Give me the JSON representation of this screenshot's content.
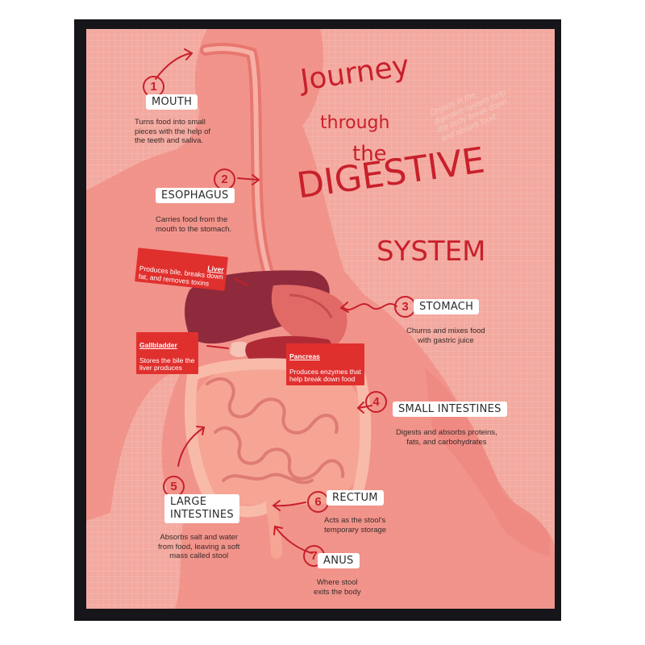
{
  "title": {
    "line1": "Journey",
    "line2": "through",
    "line3": "the",
    "line4": "DIGESTIVE",
    "line5": "SYSTEM"
  },
  "subtitle_note": "Organs in the\ndigestive system help\nthe body break down\nand absorb food.",
  "steps": [
    {
      "number": "1",
      "label": "MOUTH",
      "description": "Turns food into small\npieces with the help of\nthe teeth and saliva."
    },
    {
      "number": "2",
      "label": "ESOPHAGUS",
      "description": "Carries food from the\nmouth to the stomach."
    },
    {
      "number": "3",
      "label": "STOMACH",
      "description": "Churns and mixes food\nwith gastric juice"
    },
    {
      "number": "4",
      "label": "SMALL INTESTINES",
      "description": "Digests and absorbs proteins,\nfats, and carbohydrates"
    },
    {
      "number": "5",
      "label": "LARGE\nINTESTINES",
      "description": "Absorbs salt and water\nfrom food, leaving a soft\nmass called stool"
    },
    {
      "number": "6",
      "label": "RECTUM",
      "description": "Acts as the stool's\ntemporary storage"
    },
    {
      "number": "7",
      "label": "ANUS",
      "description": "Where stool\nexits the body"
    }
  ],
  "organ_tags": {
    "liver": {
      "name": "Liver",
      "text": "Produces bile, breaks down\nfat, and removes toxins"
    },
    "gallbladder": {
      "name": "Gallbladder",
      "text": "Stores the bile the\nliver produces"
    },
    "pancreas": {
      "name": "Pancreas",
      "text": "Produces enzymes that\nhelp break down food"
    }
  },
  "colors": {
    "background": "#f3a99f",
    "body": "#f08f86",
    "accent_red": "#c8202b",
    "tag_red": "#e0302e",
    "liver": "#8e2a3c",
    "intestine": "#f6a594"
  }
}
